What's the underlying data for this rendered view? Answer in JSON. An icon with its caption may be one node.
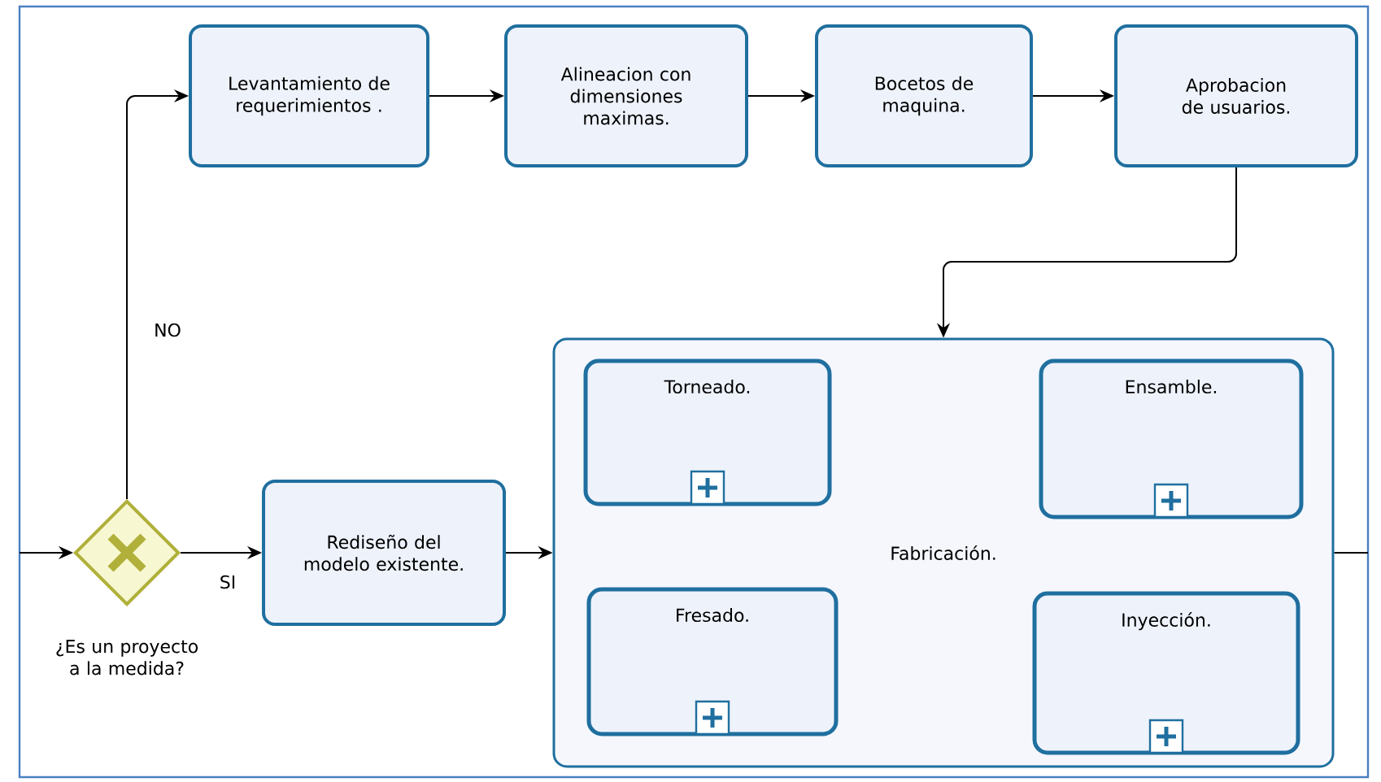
{
  "diagram": {
    "nodes": [
      {
        "text": [
          "Levantamiento de requerimientos ."
        ]
      },
      {
        "text": [
          "Alineacion con dimensiones maximas."
        ]
      },
      {
        "text": [
          "Bocetos de maquina."
        ]
      },
      {
        "text": [
          "Aprobacion de usuarios."
        ]
      },
      {
        "text": [],
        "shape": "diamond",
        "beside": [
          "¿Es un proyecto a la medida?"
        ]
      },
      {
        "text": [
          "Rediseño del modelo existente."
        ]
      },
      {
        "text": [
          "Fabricación."
        ]
      },
      {
        "text": [
          "Torneado."
        ],
        "in": 6
      },
      {
        "text": [
          "Ensamble."
        ],
        "in": 6
      },
      {
        "text": [
          "Fresado."
        ],
        "in": 6
      },
      {
        "text": [
          "Inyección."
        ],
        "in": 6
      }
    ],
    "edges": [
      {
        "from": null,
        "to": 4,
        "arrow": "to"
      },
      {
        "from": 4,
        "to": 0,
        "arrow": "to",
        "label": "NO"
      },
      {
        "from": 0,
        "to": 1,
        "arrow": "to"
      },
      {
        "from": 1,
        "to": 2,
        "arrow": "to"
      },
      {
        "from": 2,
        "to": 3,
        "arrow": "to"
      },
      {
        "from": 3,
        "to": 6,
        "arrow": "to"
      },
      {
        "from": 4,
        "to": 5,
        "arrow": "to",
        "label": "SI"
      },
      {
        "from": 5,
        "to": 6,
        "arrow": "to"
      },
      {
        "from": 6,
        "to": null,
        "arrow": "none"
      }
    ]
  }
}
